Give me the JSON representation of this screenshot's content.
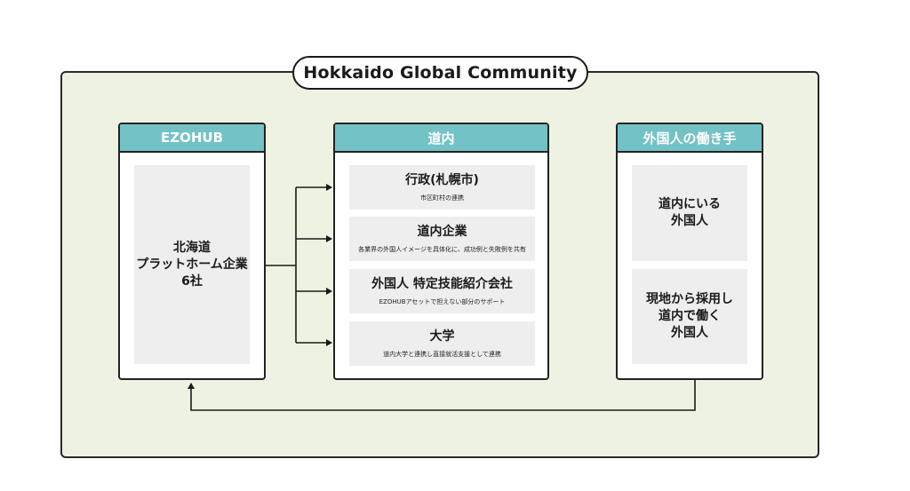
{
  "title": "Hokkaido Global Community",
  "columns": {
    "left": {
      "header": "EZOHUB",
      "panel_text": "北海道\nプラットホーム企業\n6社"
    },
    "center": {
      "header": "道内",
      "items": [
        {
          "title": "行政(札幌市)",
          "sub": "市区町村の連携"
        },
        {
          "title": "道内企業",
          "sub": "各業界の外国人イメージを具体化に、成功例と失敗例を共有"
        },
        {
          "title": "外国人 特定技能紹介会社",
          "sub": "EZOHUBアセットで担えない部分のサポート"
        },
        {
          "title": "大学",
          "sub": "道内大学と連携し直接就活支援として連携"
        }
      ]
    },
    "right": {
      "header": "外国人の働き手",
      "panels": [
        {
          "text": "道内にいる\n外国人"
        },
        {
          "text": "現地から採用し\n道内で働く\n外国人"
        }
      ]
    }
  }
}
